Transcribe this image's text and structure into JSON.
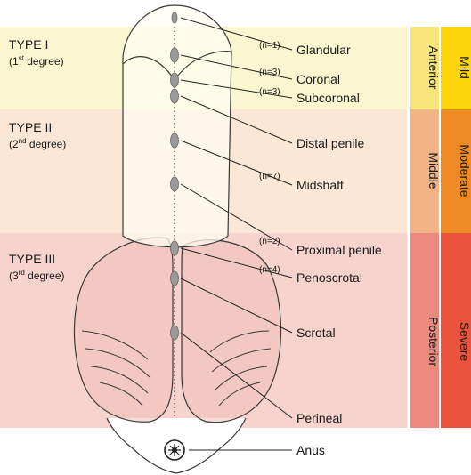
{
  "types": [
    {
      "name": "TYPE I",
      "degree_num": "1",
      "degree_sup": "st",
      "degree_word": " degree)"
    },
    {
      "name": "TYPE II",
      "degree_num": "2",
      "degree_sup": "nd",
      "degree_word": " degree)"
    },
    {
      "name": "TYPE III",
      "degree_num": "3",
      "degree_sup": "rd",
      "degree_word": " degree)"
    }
  ],
  "locations": [
    {
      "name": "Glandular",
      "count": "(n=1)"
    },
    {
      "name": "Coronal",
      "count": "(n=3)"
    },
    {
      "name": "Subcoronal",
      "count": "(n=3)"
    },
    {
      "name": "Distal penile",
      "count": ""
    },
    {
      "name": "Midshaft",
      "count": "(n=7)"
    },
    {
      "name": "Proximal penile",
      "count": "(n=2)"
    },
    {
      "name": "Penoscrotal",
      "count": "(n=4)"
    },
    {
      "name": "Scrotal",
      "count": ""
    },
    {
      "name": "Perineal",
      "count": ""
    },
    {
      "name": "Anus",
      "count": ""
    }
  ],
  "regions": [
    "Anterior",
    "Middle",
    "Posterior"
  ],
  "severity": [
    "Mild",
    "Moderate",
    "Severe"
  ],
  "colors": {
    "band_type1": "#fbf6cf",
    "band_type2": "#fae7d6",
    "band_type3": "#f6d3cd",
    "anterior": "#f7e57a",
    "middle": "#f2b487",
    "posterior": "#e98a7c",
    "mild": "#fdd50f",
    "moderate": "#ee8a24",
    "severe": "#e8543e",
    "meatus": "#9a9a9a"
  }
}
